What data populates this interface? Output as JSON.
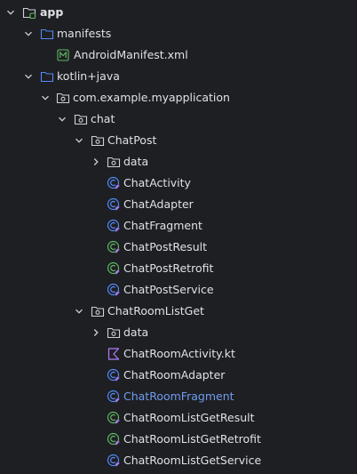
{
  "tree": {
    "root": {
      "label": "app"
    },
    "manifests": {
      "label": "manifests"
    },
    "manifest_file": {
      "label": "AndroidManifest.xml"
    },
    "kotlin_java": {
      "label": "kotlin+java"
    },
    "package": {
      "label": "com.example.myapplication"
    },
    "chat": {
      "label": "chat"
    },
    "chatpost": {
      "label": "ChatPost"
    },
    "chatpost_data": {
      "label": "data"
    },
    "chatpost_items": [
      {
        "label": "ChatActivity",
        "kind": "class"
      },
      {
        "label": "ChatAdapter",
        "kind": "class"
      },
      {
        "label": "ChatFragment",
        "kind": "class"
      },
      {
        "label": "ChatPostResult",
        "kind": "data-class"
      },
      {
        "label": "ChatPostRetrofit",
        "kind": "data-class"
      },
      {
        "label": "ChatPostService",
        "kind": "class"
      }
    ],
    "chatroomlistget": {
      "label": "ChatRoomListGet"
    },
    "chatroomlistget_data": {
      "label": "data"
    },
    "chatroomlistget_items": [
      {
        "label": "ChatRoomActivity.kt",
        "kind": "kotlin-file"
      },
      {
        "label": "ChatRoomAdapter",
        "kind": "class"
      },
      {
        "label": "ChatRoomFragment",
        "kind": "class",
        "highlight": true
      },
      {
        "label": "ChatRoomListGetResult",
        "kind": "data-class"
      },
      {
        "label": "ChatRoomListGetRetrofit",
        "kind": "data-class"
      },
      {
        "label": "ChatRoomListGetService",
        "kind": "class"
      }
    ]
  },
  "colors": {
    "background": "#1e1f22",
    "text": "#dfe1e5",
    "highlight_text": "#6f9cf0",
    "folder_blue": "#548af7",
    "folder_gray": "#ced0d6",
    "class_blue": "#548af7",
    "data_class_green": "#5fb865",
    "kotlin_purple": "#b07cff",
    "manifest_green": "#5fb865"
  }
}
